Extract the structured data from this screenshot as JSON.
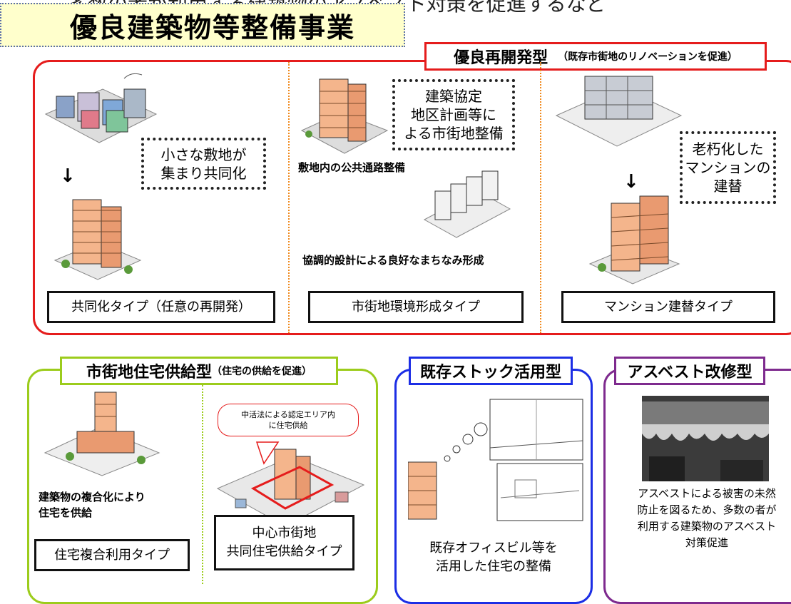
{
  "top_text": "多数の者が利用する建築物のアスベスト対策を促進するなど",
  "title": "優良建築物等整備事業",
  "redevelopment": {
    "header": "優良再開発型",
    "header_note": "（既存市街地のリノベーションを促進）",
    "joint": {
      "note": "小さな敷地が\n集まり共同化",
      "type_label": "共同化タイプ（任意の再開発）"
    },
    "environment": {
      "note": "建築協定\n地区計画等に\nよる市街地整備",
      "label_path": "敷地内の公共通路整備",
      "label_townscape": "協調的設計による良好なまちなみ形成",
      "type_label": "市街地環境形成タイプ"
    },
    "mansion": {
      "note": "老朽化した\nマンションの\n建替",
      "type_label": "マンション建替タイプ"
    }
  },
  "housing_supply": {
    "header": "市街地住宅供給型",
    "header_note": "（住宅の供給を促進）",
    "mixed": {
      "label": "建築物の複合化により\n住宅を供給",
      "type_label": "住宅複合利用タイプ"
    },
    "central": {
      "bubble": "中活法による認定エリア内\nに住宅供給",
      "type_label": "中心市街地\n共同住宅供給タイプ"
    }
  },
  "stock": {
    "header": "既存ストック活用型",
    "caption": "既存オフィスビル等を\n活用した住宅の整備"
  },
  "asbestos": {
    "header": "アスベスト改修型",
    "caption": "アスベストによる被害の未然\n防止を図るため、多数の者が\n利用する建築物のアスベスト\n対策促進"
  },
  "colors": {
    "redevelopment": "#e51c1c",
    "housing_supply": "#9ccc1c",
    "stock": "#1c2ee5",
    "asbestos": "#7e2a8e",
    "title_bg": "#ffffcc"
  },
  "icons": {
    "arrow": "down-arrow-icon"
  }
}
